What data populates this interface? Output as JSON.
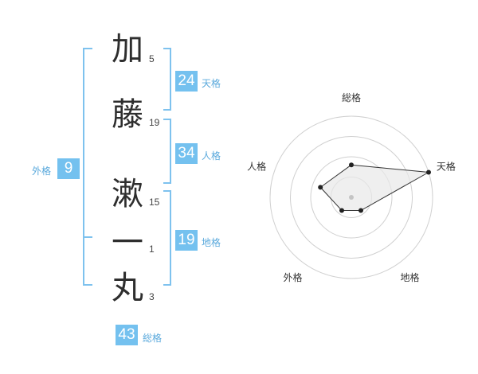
{
  "characters": [
    {
      "char": "加",
      "strokes": "5"
    },
    {
      "char": "藤",
      "strokes": "19"
    },
    {
      "char": "漱",
      "strokes": "15"
    },
    {
      "char": "一",
      "strokes": "1"
    },
    {
      "char": "丸",
      "strokes": "3"
    }
  ],
  "kakusu": {
    "tenkaku": {
      "value": "24",
      "label": "天格"
    },
    "jinkaku": {
      "value": "34",
      "label": "人格"
    },
    "chikaku": {
      "value": "19",
      "label": "地格"
    },
    "gaikaku": {
      "value": "9",
      "label": "外格"
    },
    "soukaku": {
      "value": "43",
      "label": "総格"
    }
  },
  "radar": {
    "axes": [
      "総格",
      "天格",
      "地格",
      "外格",
      "人格"
    ],
    "scores": [
      2,
      5,
      1,
      1,
      2
    ],
    "max": 5,
    "colors": {
      "ring": "#d0d0d0",
      "fill": "#e8e8e8",
      "line": "#333333",
      "dot": "#222222",
      "center": "#c4c4c4"
    }
  },
  "colors": {
    "accent": "#74c1ef",
    "bracket": "#7ec2ee"
  }
}
